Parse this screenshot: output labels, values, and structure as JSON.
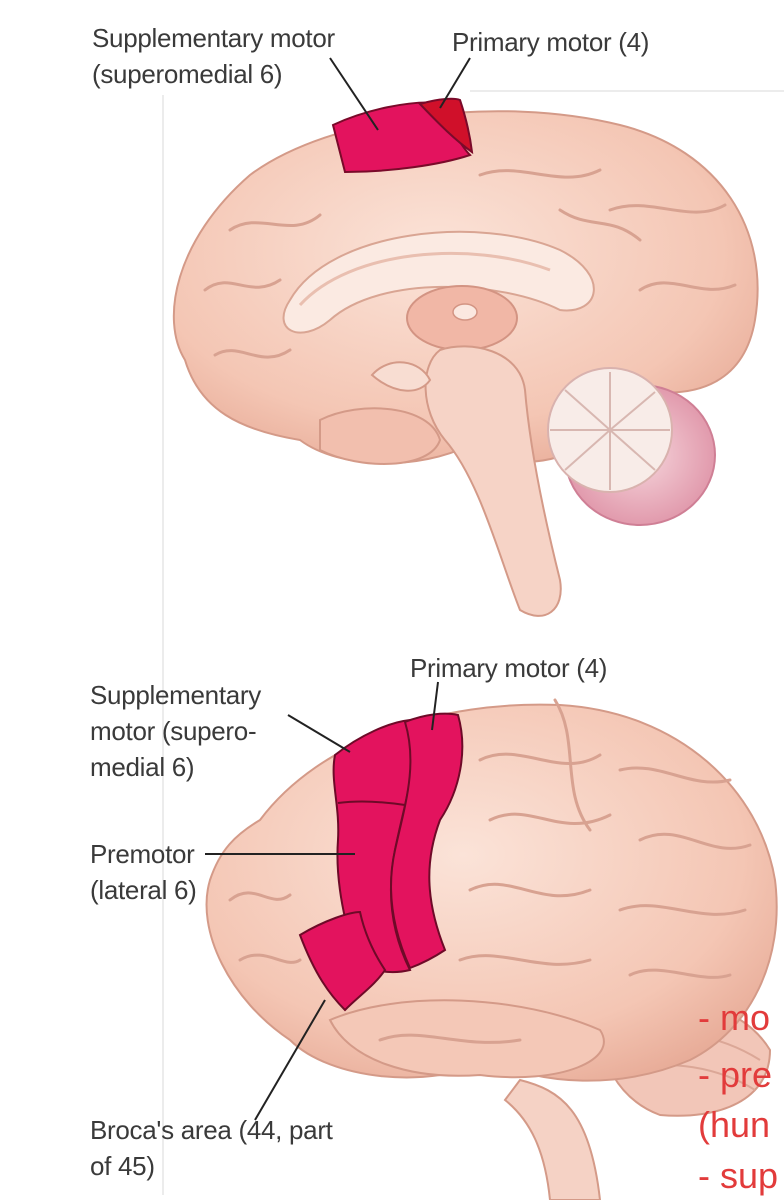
{
  "medial_view": {
    "labels": {
      "supplementary_motor": [
        "Supplementary motor",
        "(superomedial 6)"
      ],
      "primary_motor": "Primary motor (4)"
    }
  },
  "lateral_view": {
    "labels": {
      "primary_motor": "Primary motor (4)",
      "supplementary_motor": [
        "Supplementary",
        "motor (supero-",
        "medial 6)"
      ],
      "premotor": [
        "Premotor",
        "(lateral 6)"
      ],
      "broca": [
        "Broca's area (44, part",
        "of 45)"
      ]
    }
  },
  "side_notes": [
    "- mo",
    "- pre",
    "(hun",
    "- sup"
  ],
  "colors": {
    "brain_tissue": "#f4c9b8",
    "brain_outline": "#d49a88",
    "motor_area": "#e3135e",
    "primary_motor_medial": "#d0102a",
    "cerebellum": "#e8a1b3",
    "note_text": "#e23b3b"
  }
}
